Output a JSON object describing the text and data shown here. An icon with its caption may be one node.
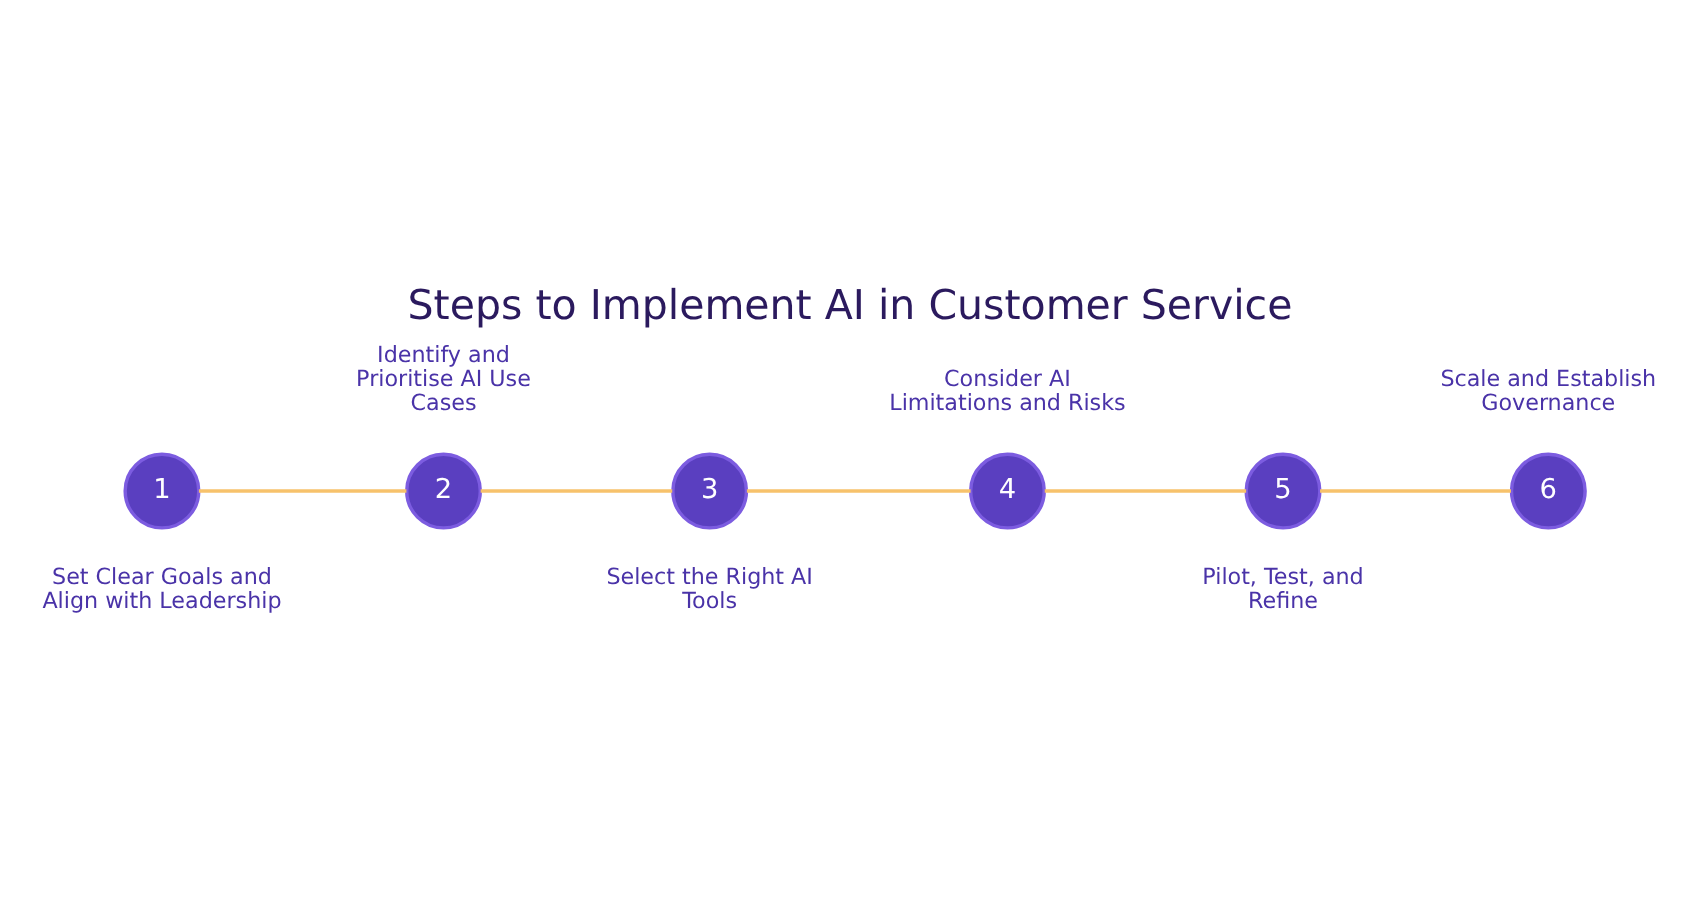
{
  "diagram": {
    "title": "Steps to Implement AI in Customer Service",
    "nodes": [
      {
        "text": [
          "1"
        ],
        "beside": [
          "Set Clear Goals and Align with Leadership"
        ]
      },
      {
        "text": [
          "2"
        ],
        "beside": [
          "Identify and Prioritise AI Use Cases"
        ]
      },
      {
        "text": [
          "3"
        ],
        "beside": [
          "Select the Right AI Tools"
        ]
      },
      {
        "text": [
          "4"
        ],
        "beside": [
          "Consider AI Limitations and Risks"
        ]
      },
      {
        "text": [
          "5"
        ],
        "beside": [
          "Pilot, Test, and Refine"
        ]
      },
      {
        "text": [
          "6"
        ],
        "beside": [
          "Scale and Establish Governance"
        ]
      }
    ],
    "edges": [
      {
        "from": 0,
        "to": 1,
        "arrow": "none",
        "color": "#f7c26b"
      },
      {
        "from": 1,
        "to": 2,
        "arrow": "none",
        "color": "#f7c26b"
      },
      {
        "from": 2,
        "to": 3,
        "arrow": "none",
        "color": "#f7c26b"
      },
      {
        "from": 3,
        "to": 4,
        "arrow": "none",
        "color": "#f7c26b"
      },
      {
        "from": 4,
        "to": 5,
        "arrow": "none",
        "color": "#f7c26b"
      }
    ]
  }
}
